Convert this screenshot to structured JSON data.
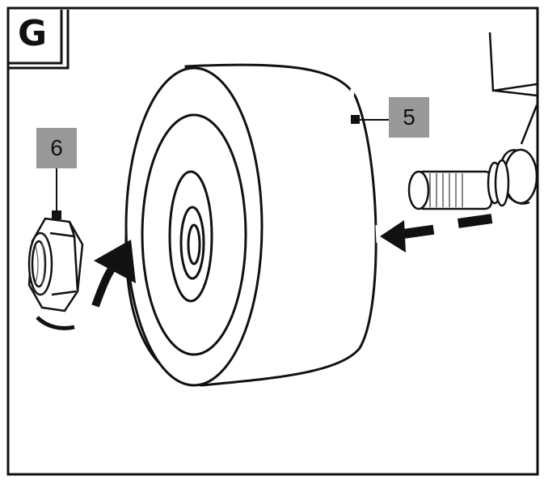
{
  "step": {
    "letter": "G"
  },
  "callouts": [
    {
      "id": "5",
      "label": "5",
      "part": "wheel"
    },
    {
      "id": "6",
      "label": "6",
      "part": "nut"
    }
  ],
  "colors": {
    "line": "#111111",
    "callout_fill": "#999999",
    "background": "#ffffff"
  },
  "icons": [
    "arrow-icon",
    "rotation-arrow-icon"
  ]
}
